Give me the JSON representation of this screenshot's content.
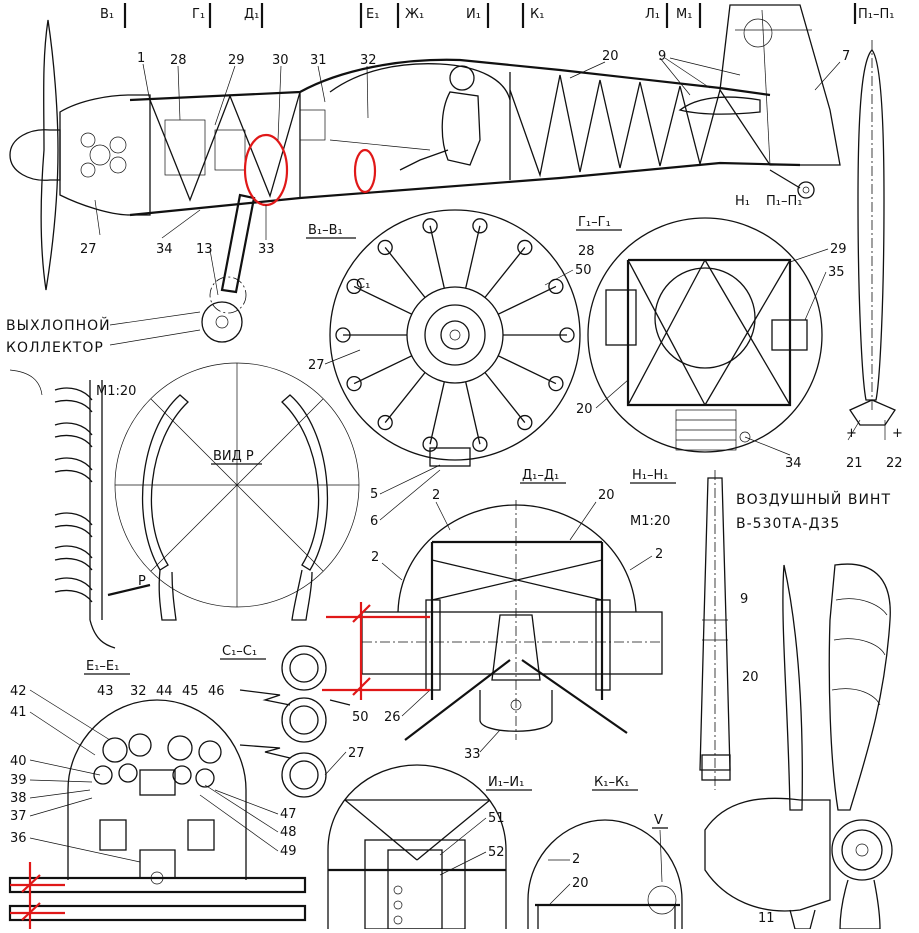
{
  "sections_top": [
    "B₁",
    "Г₁",
    "Д₁",
    "Е₁",
    "Ж₁",
    "И₁",
    "К₁",
    "Л₁",
    "М₁",
    "П₁–П₁"
  ],
  "part_numbers": {
    "p1": "1",
    "p28": "28",
    "p29": "29",
    "p30": "30",
    "p31": "31",
    "p32": "32",
    "p20": "20",
    "p9": "9",
    "p7": "7",
    "p27": "27",
    "p34": "34",
    "p13": "13",
    "p33": "33",
    "p50": "50",
    "p35": "35",
    "p5": "5",
    "p6": "6",
    "p21": "21",
    "p22": "22",
    "p2": "2",
    "p26": "26",
    "p51": "51",
    "p52": "52",
    "p11": "11",
    "p36": "36",
    "p37": "37",
    "p38": "38",
    "p39": "39",
    "p40": "40",
    "p41": "41",
    "p42": "42",
    "p43": "43",
    "p44": "44",
    "p45": "45",
    "p46": "46",
    "p47": "47",
    "p48": "48",
    "p49": "49"
  },
  "views": {
    "b1b1": "B₁–B₁",
    "g1g1": "Г₁–Г₁",
    "d1d1": "Д₁–Д₁",
    "h1h1": "Н₁–Н₁",
    "e1e1": "Е₁–Е₁",
    "c1c1": "C₁–C₁",
    "i1i1": "И₁–И₁",
    "k1k1": "К₁–К₁",
    "p1p1": "П₁–П₁",
    "vid_p": "ВИД Р",
    "v_mark": "V",
    "c1_mark": "C₁",
    "h1_mark": "Н₁",
    "p_arrow": "Р"
  },
  "captions": {
    "exhaust_line1": "ВЫХЛОПНОЙ",
    "exhaust_line2": "КОЛЛЕКТОР",
    "propeller_line1": "ВОЗДУШНЫЙ ВИНТ",
    "propeller_line2": "В-530ТА-Д35",
    "scale_1": "М1:20",
    "scale_2": "М1:20"
  },
  "colors": {
    "ink": "#111111",
    "highlight": "#e01818",
    "paper": "#ffffff"
  }
}
